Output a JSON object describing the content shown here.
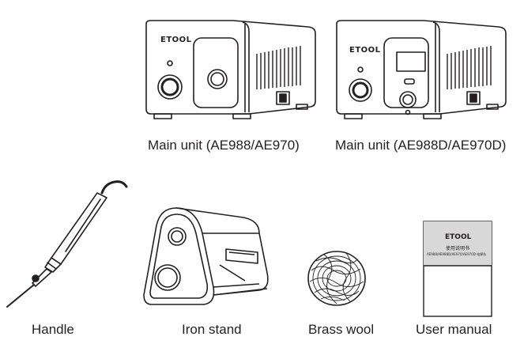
{
  "captions": {
    "main_unit_a": "Main unit (AE988/AE970)",
    "main_unit_b": "Main unit (AE988D/AE970D)",
    "handle": "Handle",
    "iron_stand": "Iron stand",
    "brass_wool": "Brass wool",
    "user_manual": "User manual"
  },
  "logos": {
    "main_unit_a": "ETOOL",
    "main_unit_b": "ETOOL",
    "manual_brand": "ETOOL"
  },
  "manual": {
    "subtitle": "使用说明书",
    "model_line": "AE988/AE988D/AE970/AE970D 电焊台"
  },
  "colors": {
    "line": "#231f20",
    "background": "#ffffff"
  }
}
